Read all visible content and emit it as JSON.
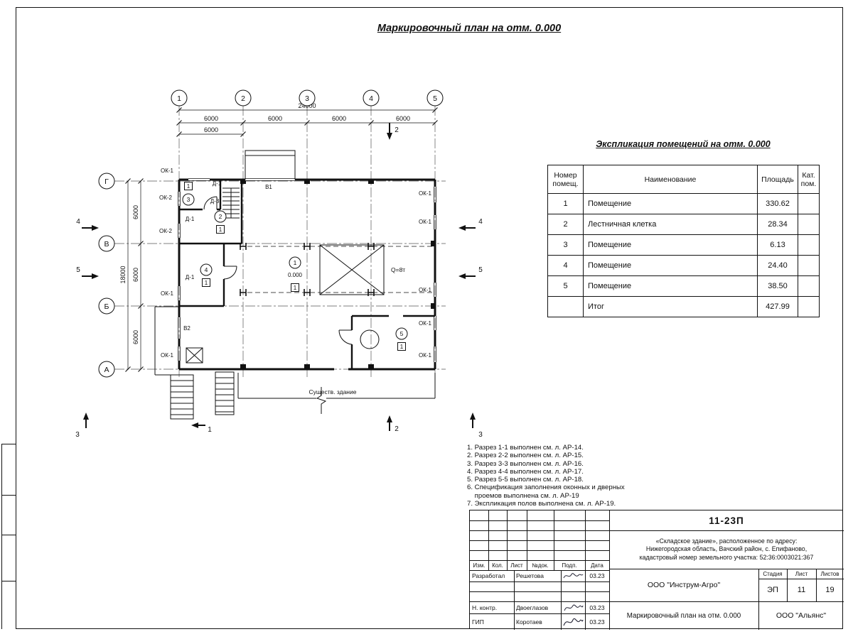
{
  "sheet": {
    "title": "Маркировочный план на отм. 0.000"
  },
  "plan": {
    "axes_top": [
      "1",
      "2",
      "3",
      "4",
      "5"
    ],
    "axes_left": [
      "Г",
      "В",
      "Б",
      "А"
    ],
    "dims": {
      "total_top": "24000",
      "bay": "6000",
      "total_left": "18000"
    },
    "rooms": [
      "1",
      "2",
      "3",
      "4",
      "5"
    ],
    "sections": {
      "s1": "1",
      "s2": "2",
      "s3": "3",
      "s4": "4",
      "s5": "5"
    },
    "labels": {
      "ok1": "ОК-1",
      "ok2": "ОК-2",
      "d1": "Д-1",
      "d3": "Д-3",
      "v1": "В1",
      "v2": "В2",
      "floor1": "1",
      "elev": "0.000",
      "crane": "Q=8т",
      "existing": "Существ. здание"
    }
  },
  "explication": {
    "title": "Экспликация помещений на отм. 0.000",
    "headers": {
      "num": "Номер помещ.",
      "name": "Наименование",
      "area": "Площадь",
      "cat": "Кат. пом."
    },
    "rows": [
      {
        "num": "1",
        "name": "Помещение",
        "area": "330.62",
        "cat": ""
      },
      {
        "num": "2",
        "name": "Лестничная клетка",
        "area": "28.34",
        "cat": ""
      },
      {
        "num": "3",
        "name": "Помещение",
        "area": "6.13",
        "cat": ""
      },
      {
        "num": "4",
        "name": "Помещение",
        "area": "24.40",
        "cat": ""
      },
      {
        "num": "5",
        "name": "Помещение",
        "area": "38.50",
        "cat": ""
      },
      {
        "num": "",
        "name": "Итог",
        "area": "427.99",
        "cat": ""
      }
    ]
  },
  "notes": [
    "1. Разрез 1-1 выполнен см. л. АР-14.",
    "2. Разрез 2-2 выполнен см. л. АР-15.",
    "3. Разрез 3-3 выполнен см. л. АР-16.",
    "4. Разрез 4-4 выполнен см. л. АР-17.",
    "5. Разрез 5-5 выполнен см. л. АР-18.",
    "6. Спецификация заполнения оконных и дверных",
    "    проемов выполнена см. л. АР-19",
    "7. Экспликация полов выполнена см. л. АР-19."
  ],
  "stamp": {
    "doc_number": "11-23П",
    "object_line1": "«Складское здание», расположенное по адресу:",
    "object_line2": "Нижегородская область, Вачский район, с. Епифаново,",
    "object_line3": "кадастровый номер земельного участка: 52:36:0003021:367",
    "customer": "ООО \"Инструм-Агро\"",
    "sheet_name": "Маркировочный план на отм. 0.000",
    "org": "ООО \"Альянс\"",
    "stage_label": "Стадия",
    "sheet_label": "Лист",
    "sheets_label": "Листов",
    "stage": "ЭП",
    "sheet_no": "11",
    "sheets_total": "19",
    "rev": {
      "izm": "Изм.",
      "kol": "Кол.",
      "list": "Лист",
      "ndoc": "№док.",
      "podp": "Подп.",
      "data": "Дата"
    },
    "roles": [
      {
        "role": "Разработал",
        "name": "Решетова",
        "date": "03.23"
      },
      {
        "role": "Н. контр.",
        "name": "Двоеглазов",
        "date": "03.23"
      },
      {
        "role": "ГИП",
        "name": "Коротаев",
        "date": "03.23"
      }
    ]
  }
}
